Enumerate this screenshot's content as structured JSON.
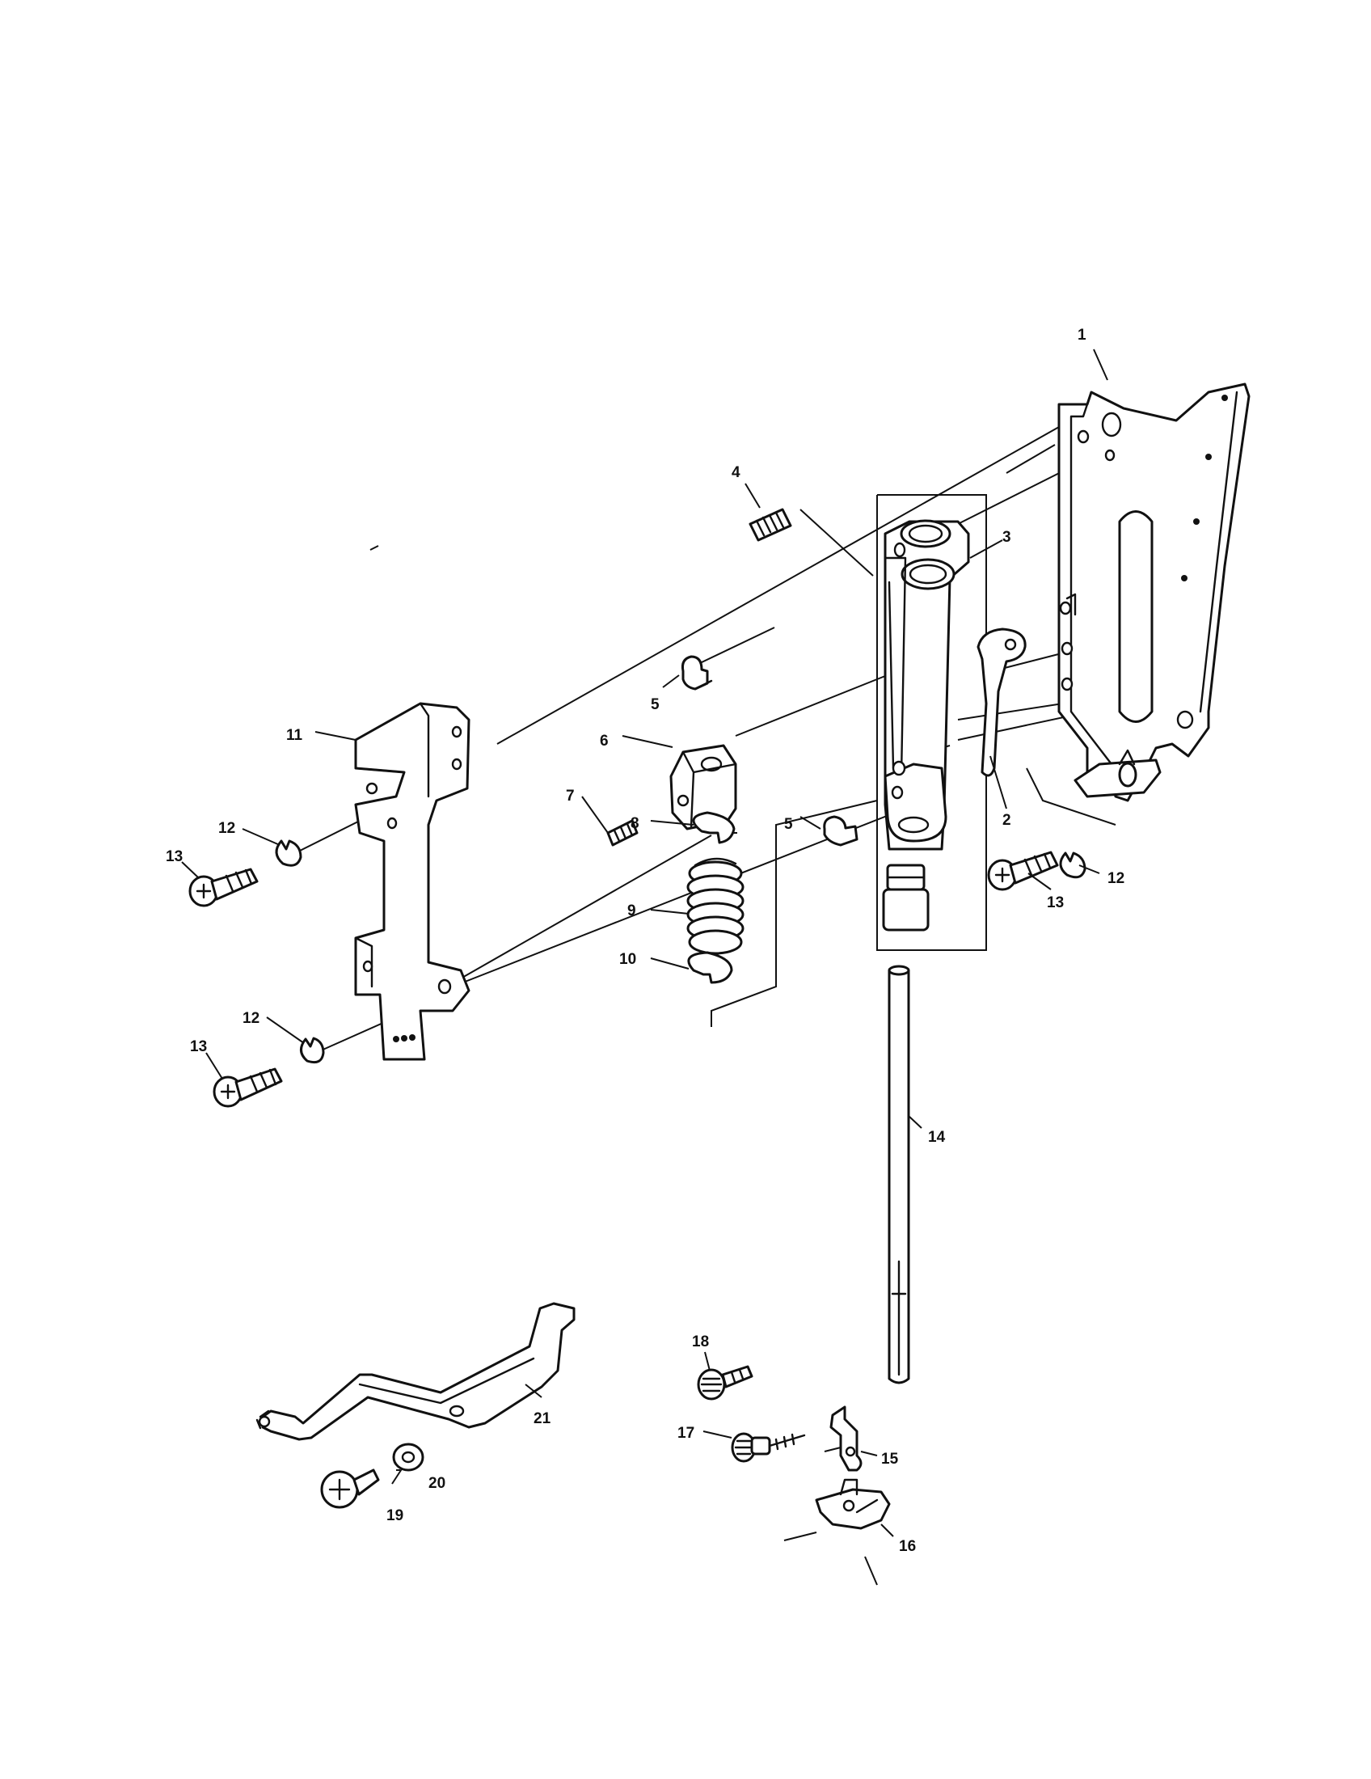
{
  "labels": {
    "p1": "1",
    "p2": "2",
    "p3": "3",
    "p4": "4",
    "p5a": "5",
    "p5b": "5",
    "p6": "6",
    "p7": "7",
    "p8": "8",
    "p9": "9",
    "p10": "10",
    "p11": "11",
    "p12a": "12",
    "p12b": "12",
    "p12c": "12",
    "p13a": "13",
    "p13b": "13",
    "p13c": "13",
    "p14": "14",
    "p15": "15",
    "p16": "16",
    "p17": "17",
    "p18": "18",
    "p19": "19",
    "p20": "20",
    "p21": "21"
  }
}
